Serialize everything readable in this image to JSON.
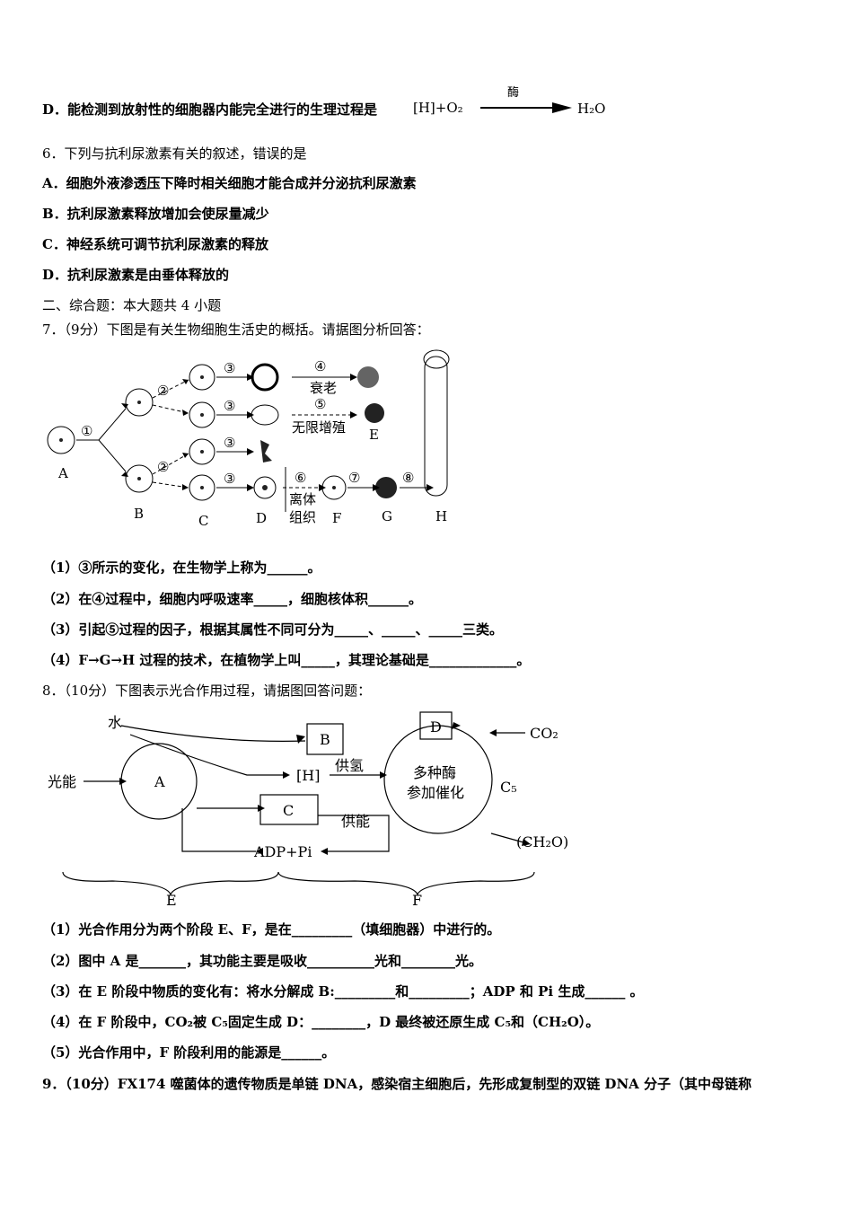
{
  "q5": {
    "optD": "D．能检测到放射性的细胞器内能完全进行的生理过程是",
    "eq_left": "[H]+O₂",
    "eq_enzyme": "酶",
    "eq_right": "H₂O"
  },
  "q6": {
    "stem": "6．下列与抗利尿激素有关的叙述，错误的是",
    "options": [
      "A．细胞外液渗透压下降时相关细胞才能合成并分泌抗利尿激素",
      "B．抗利尿激素释放增加会使尿量减少",
      "C．神经系统可调节抗利尿激素的释放",
      "D．抗利尿激素是由垂体释放的"
    ]
  },
  "section2": "二、综合题：本大题共 4 小题",
  "q7": {
    "stem": "7．（9分）下图是有关生物细胞生活史的概括。请据图分析回答：",
    "diagram": {
      "A": "A",
      "B": "B",
      "C": "C",
      "D": "D",
      "E": "E",
      "F": "F",
      "G": "G",
      "H": "H",
      "s1": "①",
      "s2": "②",
      "s3": "③",
      "s4": "④",
      "s5": "⑤",
      "s6": "⑥",
      "s7": "⑦",
      "s8": "⑧",
      "aging": "衰老",
      "proliferation": "无限增殖",
      "isolated1": "离体",
      "isolated2": "组织"
    },
    "subs": [
      "（1）③所示的变化，在生物学上称为______。",
      "（2）在④过程中，细胞内呼吸速率_____，细胞核体积______。",
      "（3）引起⑤过程的因子，根据其属性不同可分为_____、_____、_____三类。",
      "（4）F→G→H 过程的技术，在植物学上叫_____，其理论基础是_____________。"
    ]
  },
  "q8": {
    "stem": "8．（10分）下图表示光合作用过程，请据图回答问题：",
    "diagram": {
      "water": "水",
      "light": "光能",
      "A": "A",
      "B": "B",
      "C": "C",
      "D": "D",
      "H": "[H]",
      "supplyH": "供氢",
      "supplyE": "供能",
      "adp": "ADP+Pi",
      "co2": "CO₂",
      "c5": "C₅",
      "ch2o": "(CH₂O)",
      "enzyme1": "多种酶",
      "enzyme2": "参加催化",
      "E": "E",
      "F": "F"
    },
    "subs": [
      "（1）光合作用分为两个阶段 E、F，是在_________（填细胞器）中进行的。",
      "（2）图中 A 是_______，其功能主要是吸收__________光和________光。",
      "（3）在 E 阶段中物质的变化有：将水分解成 B:_________和_________；ADP 和 Pi 生成______ 。",
      "（4）在 F 阶段中，CO₂被 C₅固定生成 D：________，D 最终被还原生成 C₅和（CH₂O）。",
      "（5）光合作用中，F 阶段利用的能源是______。"
    ]
  },
  "q9": {
    "stem": "9．（10分）FX174 噬菌体的遗传物质是单链 DNA，感染宿主细胞后，先形成复制型的双链 DNA 分子（其中母链称"
  }
}
